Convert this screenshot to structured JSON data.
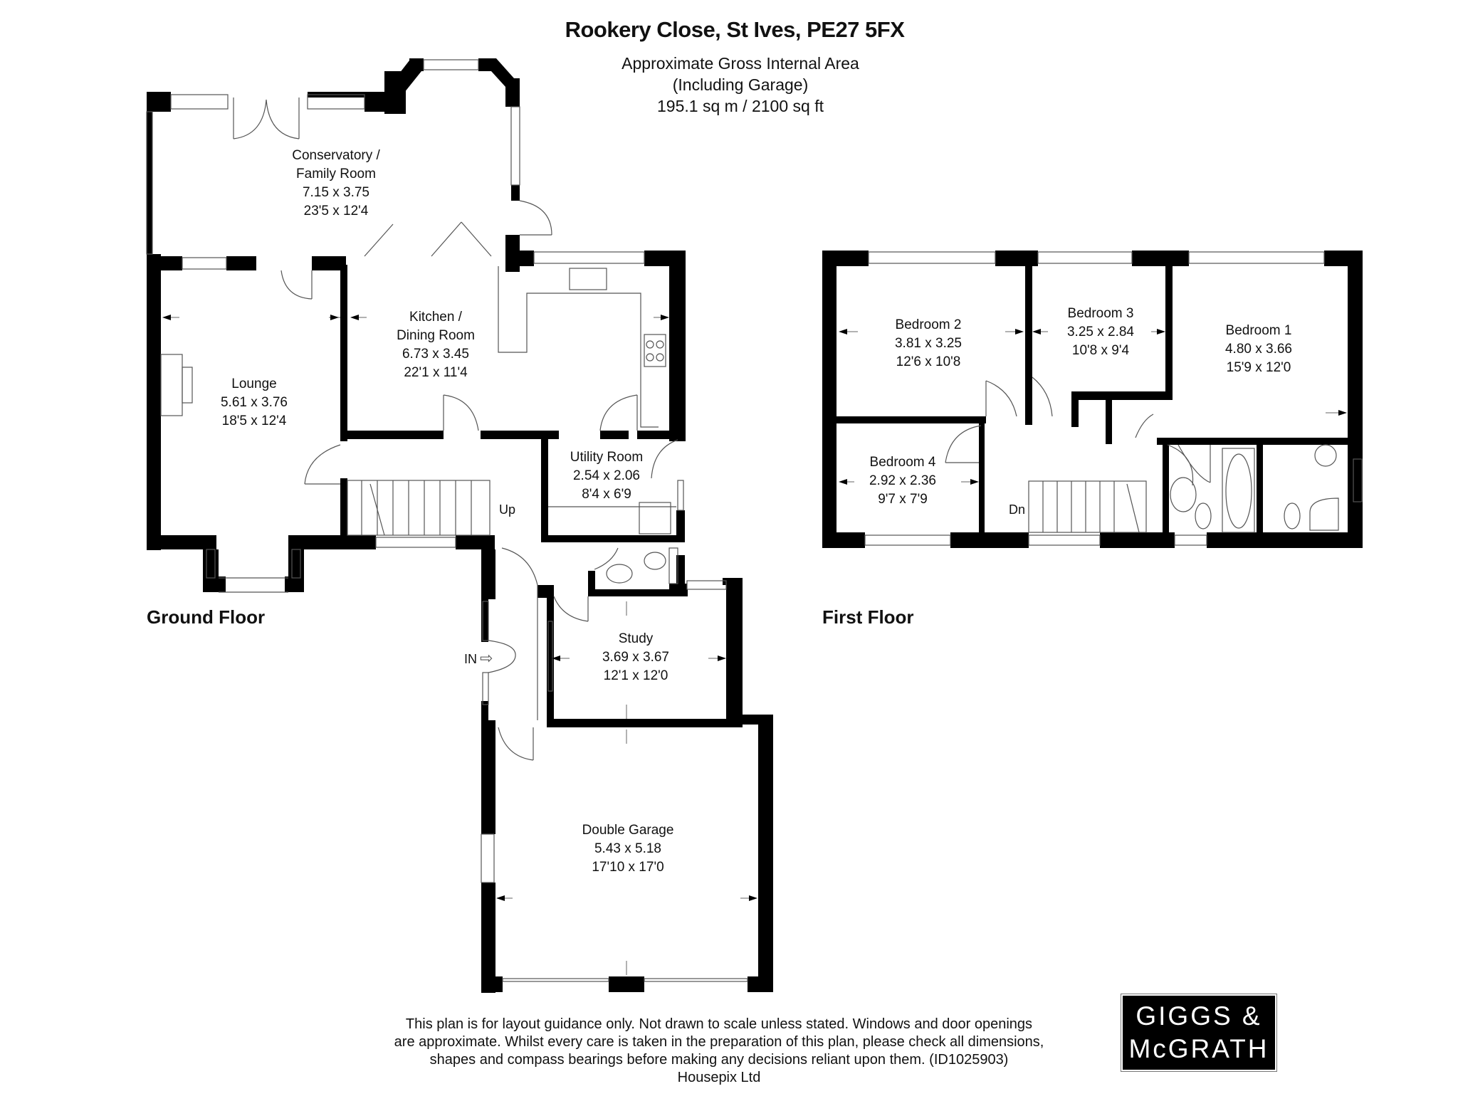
{
  "header": {
    "title": "Rookery Close, St Ives, PE27 5FX",
    "area_line1": "Approximate Gross Internal Area",
    "area_line2": "(Including Garage)",
    "area_line3": "195.1 sq m / 2100 sq ft"
  },
  "ground_floor": {
    "label": "Ground Floor",
    "entrance_label": "IN",
    "stairs_label": "Up",
    "rooms": [
      {
        "name": "Conservatory /",
        "name2": "Family Room",
        "metric": "7.15 x 3.75",
        "imperial": "23'5 x 12'4"
      },
      {
        "name": "Kitchen /",
        "name2": "Dining Room",
        "metric": "6.73 x 3.45",
        "imperial": "22'1 x 11'4"
      },
      {
        "name": "Lounge",
        "metric": "5.61 x 3.76",
        "imperial": "18'5 x 12'4"
      },
      {
        "name": "Utility Room",
        "metric": "2.54 x 2.06",
        "imperial": "8'4 x 6'9"
      },
      {
        "name": "Study",
        "metric": "3.69 x 3.67",
        "imperial": "12'1 x 12'0"
      },
      {
        "name": "Double Garage",
        "metric": "5.43 x 5.18",
        "imperial": "17'10 x 17'0"
      }
    ]
  },
  "first_floor": {
    "label": "First Floor",
    "stairs_label": "Dn",
    "rooms": [
      {
        "name": "Bedroom 2",
        "metric": "3.81 x 3.25",
        "imperial": "12'6 x 10'8"
      },
      {
        "name": "Bedroom 3",
        "metric": "3.25 x 2.84",
        "imperial": "10'8 x 9'4"
      },
      {
        "name": "Bedroom 1",
        "metric": "4.80 x 3.66",
        "imperial": "15'9 x 12'0"
      },
      {
        "name": "Bedroom 4",
        "metric": "2.92 x 2.36",
        "imperial": "9'7 x 7'9"
      }
    ]
  },
  "footer": {
    "disclaimer_line1": "This plan is for layout guidance only. Not drawn to scale unless stated. Windows and door openings",
    "disclaimer_line2": "are approximate. Whilst every care is taken in the preparation of this plan, please check all dimensions,",
    "disclaimer_line3": "shapes and compass bearings before making any decisions reliant upon them. (ID1025903)",
    "credit": "Housepix Ltd"
  },
  "logo": {
    "line1": "GIGGS &",
    "line2": "McGRATH"
  },
  "colors": {
    "wall": "#000000",
    "background": "#ffffff",
    "fixture_line": "#555555"
  }
}
